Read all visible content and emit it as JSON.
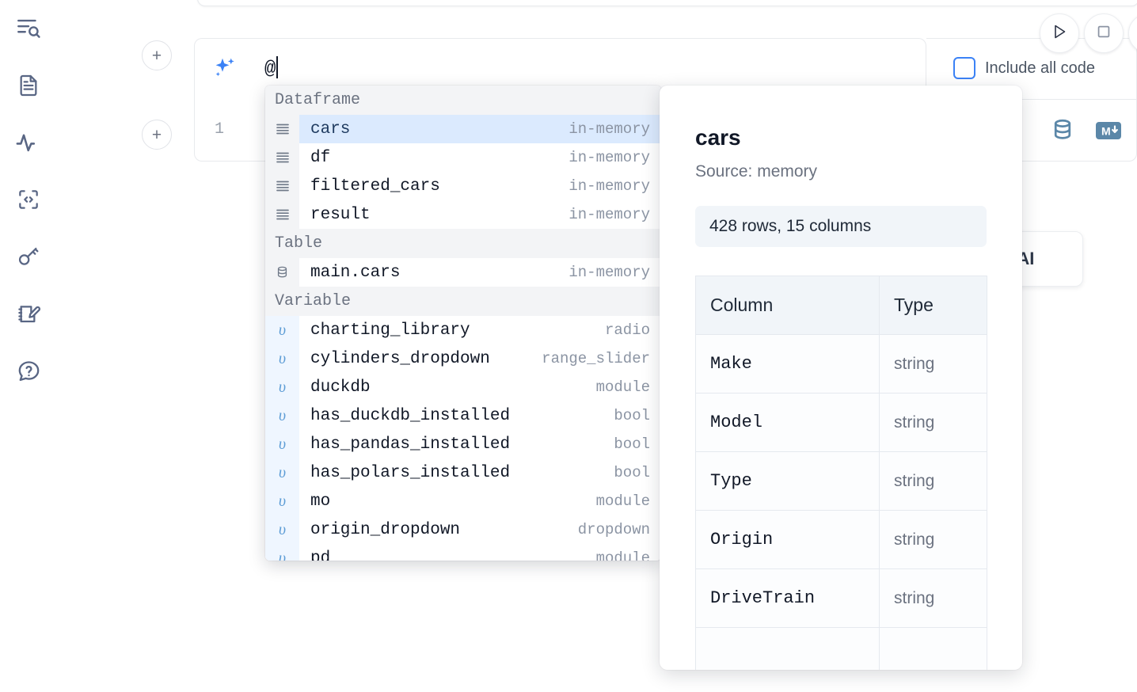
{
  "rail": {
    "items": [
      {
        "name": "file-explorer-icon",
        "label": "Explore files"
      },
      {
        "name": "document-icon",
        "label": "Notebook"
      },
      {
        "name": "activity-icon",
        "label": "Activity"
      },
      {
        "name": "code-snippet-icon",
        "label": "Snippets"
      },
      {
        "name": "key-icon",
        "label": "Secrets"
      },
      {
        "name": "scratchpad-icon",
        "label": "Scratchpad"
      },
      {
        "name": "help-icon",
        "label": "Help"
      }
    ]
  },
  "cell": {
    "add_label": "+",
    "line_number": "1",
    "ai_prompt_value": "@",
    "include_all_code_label": "Include all code",
    "include_all_code_checked": false
  },
  "toolbar": {
    "run_label": "Run",
    "stop_label": "Stop",
    "more_label": "More"
  },
  "cell_actions": {
    "database_label": "SQL cell",
    "markdown_label": "Markdown cell"
  },
  "floating_button": {
    "label": "I AI"
  },
  "autocomplete": {
    "groups": [
      {
        "label": "Dataframe",
        "icon": "dataframe-icon",
        "gutter": "default",
        "items": [
          {
            "name": "cars",
            "type": "in-memory",
            "selected": true
          },
          {
            "name": "df",
            "type": "in-memory",
            "selected": false
          },
          {
            "name": "filtered_cars",
            "type": "in-memory",
            "selected": false
          },
          {
            "name": "result",
            "type": "in-memory",
            "selected": false
          }
        ]
      },
      {
        "label": "Table",
        "icon": "database-icon",
        "gutter": "default",
        "items": [
          {
            "name": "main.cars",
            "type": "in-memory",
            "selected": false
          }
        ]
      },
      {
        "label": "Variable",
        "icon": "variable-icon",
        "gutter": "var",
        "items": [
          {
            "name": "charting_library",
            "type": "radio",
            "selected": false
          },
          {
            "name": "cylinders_dropdown",
            "type": "range_slider",
            "selected": false
          },
          {
            "name": "duckdb",
            "type": "module",
            "selected": false
          },
          {
            "name": "has_duckdb_installed",
            "type": "bool",
            "selected": false
          },
          {
            "name": "has_pandas_installed",
            "type": "bool",
            "selected": false
          },
          {
            "name": "has_polars_installed",
            "type": "bool",
            "selected": false
          },
          {
            "name": "mo",
            "type": "module",
            "selected": false
          },
          {
            "name": "origin_dropdown",
            "type": "dropdown",
            "selected": false
          },
          {
            "name": "pd",
            "type": "module",
            "selected": false
          }
        ]
      }
    ],
    "variable_glyph": "υ"
  },
  "doc": {
    "title": "cars",
    "source": "Source: memory",
    "shape": "428 rows, 15 columns",
    "headers": [
      "Column",
      "Type"
    ],
    "rows": [
      {
        "column": "Make",
        "type": "string"
      },
      {
        "column": "Model",
        "type": "string"
      },
      {
        "column": "Type",
        "type": "string"
      },
      {
        "column": "Origin",
        "type": "string"
      },
      {
        "column": "DriveTrain",
        "type": "string"
      },
      {
        "column": "",
        "type": ""
      }
    ]
  },
  "colors": {
    "accent_blue": "#3b82f6",
    "selected_row_bg": "#dbeafe",
    "group_header_bg": "#f3f4f6",
    "variable_gutter_bg": "#eff6ff",
    "icon_slate": "#5b7a94",
    "text_muted": "#6b7280"
  }
}
